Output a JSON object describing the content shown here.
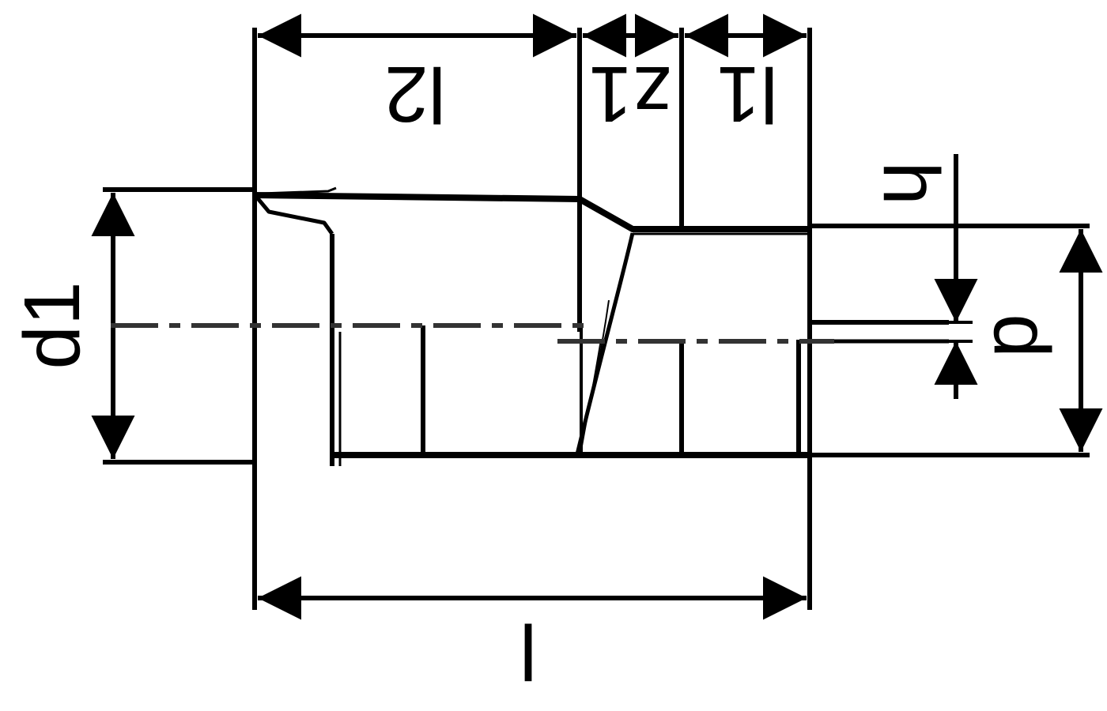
{
  "diagram": {
    "labels": {
      "l2": "l2",
      "z1": "z1",
      "l1": "l1",
      "h": "h",
      "d1": "d1",
      "d": "d",
      "l": "l"
    },
    "colors": {
      "line": "#000000",
      "centerline": "#333333",
      "background": "#ffffff"
    }
  }
}
